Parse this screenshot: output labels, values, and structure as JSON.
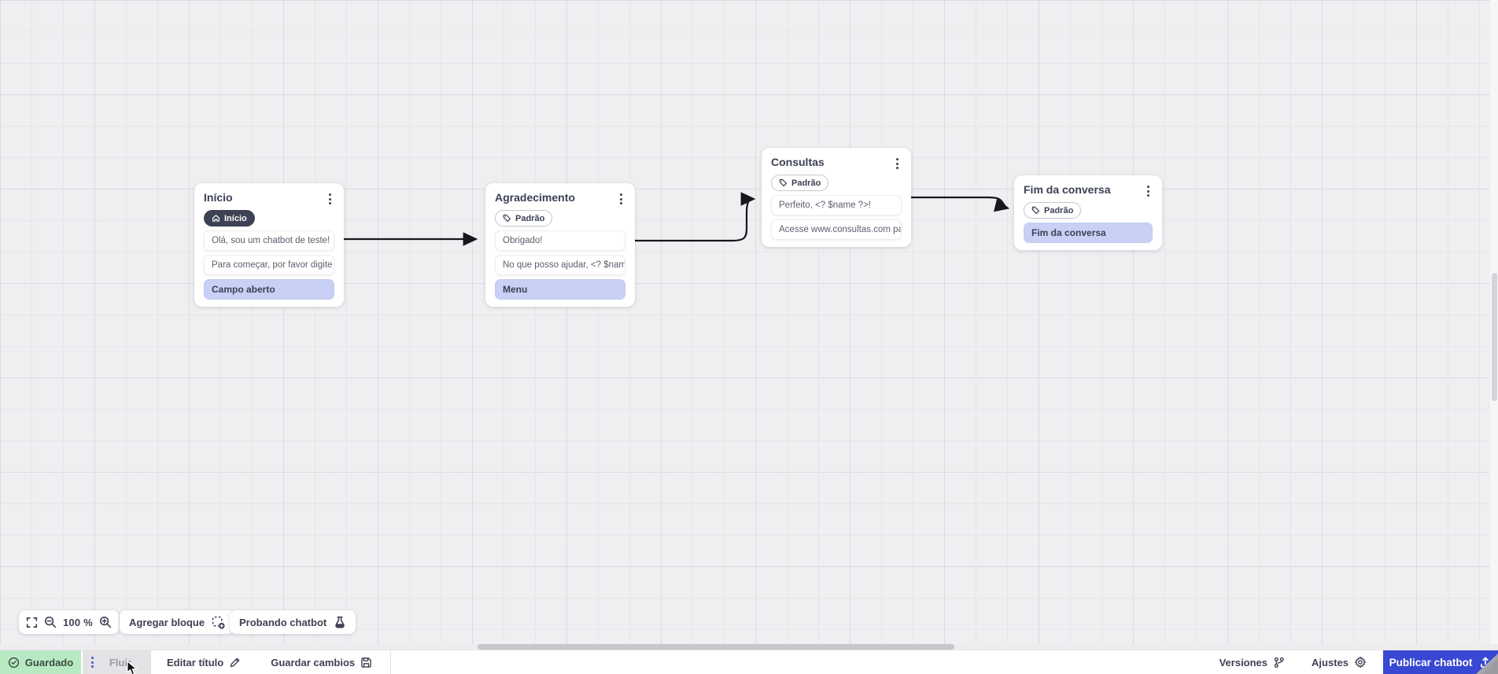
{
  "canvas": {
    "nodes": [
      {
        "id": "inicio",
        "title": "Início",
        "badge": {
          "label": "Início",
          "style": "dark",
          "icon": "home-icon"
        },
        "messages": [
          "Olá, sou um chatbot de teste!",
          "Para começar, por favor digite o ..."
        ],
        "action": "Campo aberto"
      },
      {
        "id": "agradecimento",
        "title": "Agradecimento",
        "badge": {
          "label": "Padrão",
          "style": "outline",
          "icon": "tag-icon"
        },
        "messages": [
          "Obrigado!",
          "No que posso ajudar, <? $name ..."
        ],
        "action": "Menu"
      },
      {
        "id": "consultas",
        "title": "Consultas",
        "badge": {
          "label": "Padrão",
          "style": "outline",
          "icon": "tag-icon"
        },
        "messages": [
          "Perfeito, <? $name ?>!",
          "Acesse www.consultas.com par..."
        ],
        "action": null
      },
      {
        "id": "fim",
        "title": "Fim da conversa",
        "badge": {
          "label": "Padrão",
          "style": "outline",
          "icon": "tag-icon"
        },
        "messages": [],
        "action": "Fim da conversa"
      }
    ],
    "edges": [
      {
        "from": "inicio",
        "to": "agradecimento"
      },
      {
        "from": "agradecimento",
        "to": "consultas"
      },
      {
        "from": "consultas",
        "to": "fim"
      }
    ]
  },
  "toolbar": {
    "zoom_level": "100 %",
    "add_block_label": "Agregar bloque",
    "test_chatbot_label": "Probando chatbot"
  },
  "statusbar": {
    "saved_label": "Guardado",
    "flow_tab_label": "Fluir",
    "edit_title_label": "Editar título",
    "save_changes_label": "Guardar cambios",
    "versions_label": "Versiones",
    "settings_label": "Ajustes",
    "publish_label": "Publicar chatbot"
  },
  "colors": {
    "accent_blue": "#3948d3",
    "saved_green_bg": "#b7eac2",
    "highlight_row": "#c8d0f5",
    "badge_dark": "#3d4254",
    "connector": "#17171c",
    "canvas_bg": "#efeff1"
  }
}
